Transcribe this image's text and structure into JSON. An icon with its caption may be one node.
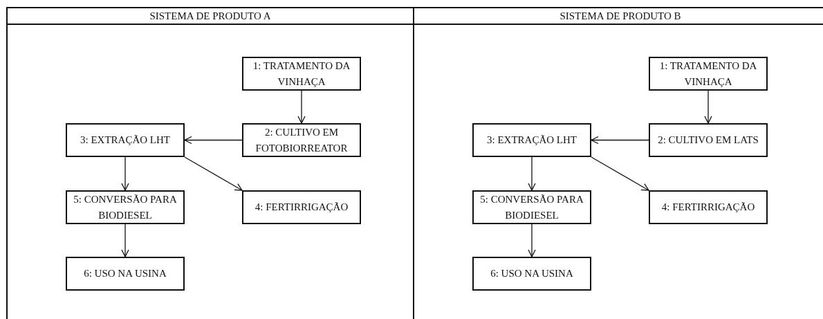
{
  "diagram": {
    "nodes": [
      {
        "text": [
          "SISTEMA DE PRODUTO A"
        ]
      },
      {
        "text": [
          "1: TRATAMENTO DA VINHAÇA"
        ],
        "in": 0
      },
      {
        "text": [
          "3: EXTRAÇÃO LHT"
        ],
        "in": 0
      },
      {
        "text": [
          "2: CULTIVO EM FOTOBIORREATOR"
        ],
        "in": 0
      },
      {
        "text": [
          "5: CONVERSÃO PARA BIODIESEL"
        ],
        "in": 0
      },
      {
        "text": [
          "4: FERTIRRIGAÇÃO"
        ],
        "in": 0
      },
      {
        "text": [
          "6: USO NA USINA"
        ],
        "in": 0
      },
      {
        "text": [
          "SISTEMA DE PRODUTO B"
        ]
      },
      {
        "text": [
          "1: TRATAMENTO DA VINHAÇA"
        ],
        "in": 7
      },
      {
        "text": [
          "3: EXTRAÇÃO LHT"
        ],
        "in": 7
      },
      {
        "text": [
          "2: CULTIVO EM LATS"
        ],
        "in": 7
      },
      {
        "text": [
          "5: CONVERSÃO PARA BIODIESEL"
        ],
        "in": 7
      },
      {
        "text": [
          "4: FERTIRRIGAÇÃO"
        ],
        "in": 7
      },
      {
        "text": [
          "6: USO NA USINA"
        ],
        "in": 7
      }
    ],
    "edges": [
      {
        "from": 1,
        "to": 3,
        "arrow": "to"
      },
      {
        "from": 3,
        "to": 2,
        "arrow": "to"
      },
      {
        "from": 2,
        "to": 4,
        "arrow": "to"
      },
      {
        "from": 2,
        "to": 5,
        "arrow": "to"
      },
      {
        "from": 4,
        "to": 6,
        "arrow": "to"
      },
      {
        "from": 8,
        "to": 10,
        "arrow": "to"
      },
      {
        "from": 10,
        "to": 9,
        "arrow": "to"
      },
      {
        "from": 9,
        "to": 11,
        "arrow": "to"
      },
      {
        "from": 9,
        "to": 12,
        "arrow": "to"
      },
      {
        "from": 11,
        "to": 13,
        "arrow": "to"
      }
    ]
  }
}
